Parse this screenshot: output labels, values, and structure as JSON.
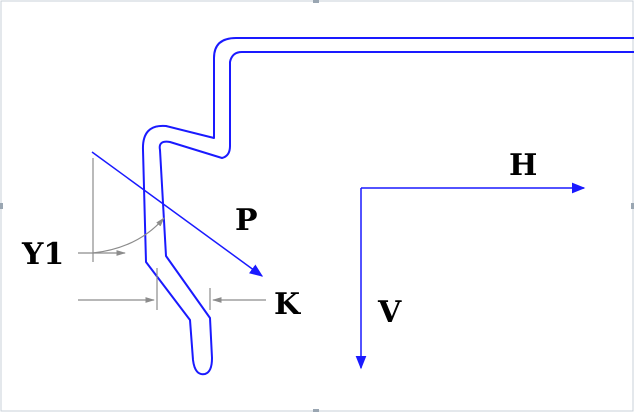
{
  "labels": {
    "y1": "Y1",
    "p": "P",
    "k": "K",
    "h": "H",
    "v": "V"
  },
  "colors": {
    "profile": "#1a1aff",
    "dimension": "#8c8c8c",
    "text": "#000000",
    "frame": "#9aa6b2"
  }
}
